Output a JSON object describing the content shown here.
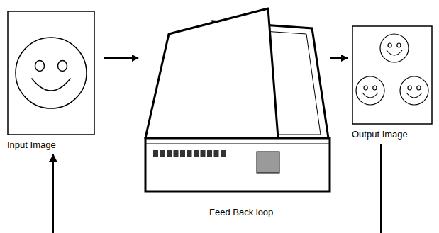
{
  "diagram": {
    "nodes": [
      {
        "text": [
          "Input Image"
        ]
      },
      {
        "text": [
          "Output Image"
        ]
      }
    ],
    "edges": [
      {
        "from": 1,
        "to": 0,
        "arrow": "to",
        "label": "Feed Back loop"
      }
    ]
  }
}
